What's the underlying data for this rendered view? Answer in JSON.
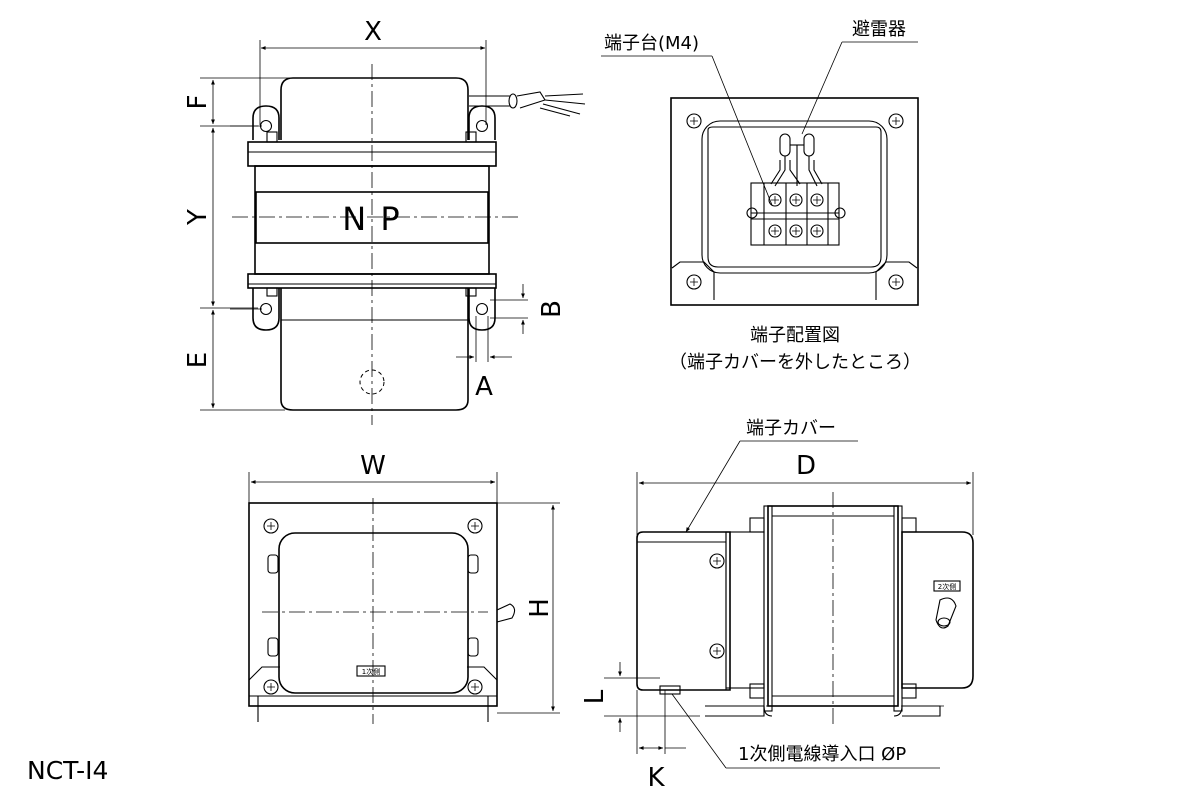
{
  "model": "NCT-I4",
  "nameplate": "N P",
  "dims": {
    "X": "X",
    "Y": "Y",
    "F": "F",
    "E": "E",
    "A": "A",
    "B": "B",
    "W": "W",
    "H": "H",
    "D": "D",
    "L": "L",
    "K": "K"
  },
  "callouts": {
    "terminal_block": "端子台(M4)",
    "arrester": "避雷器",
    "terminal_cover": "端子カバー",
    "primary_inlet": "1次側電線導入口 ØP"
  },
  "caption": {
    "title": "端子配置図",
    "sub": "（端子カバーを外したところ）"
  },
  "tags": {
    "primary": "1次側",
    "secondary": "2次側"
  }
}
